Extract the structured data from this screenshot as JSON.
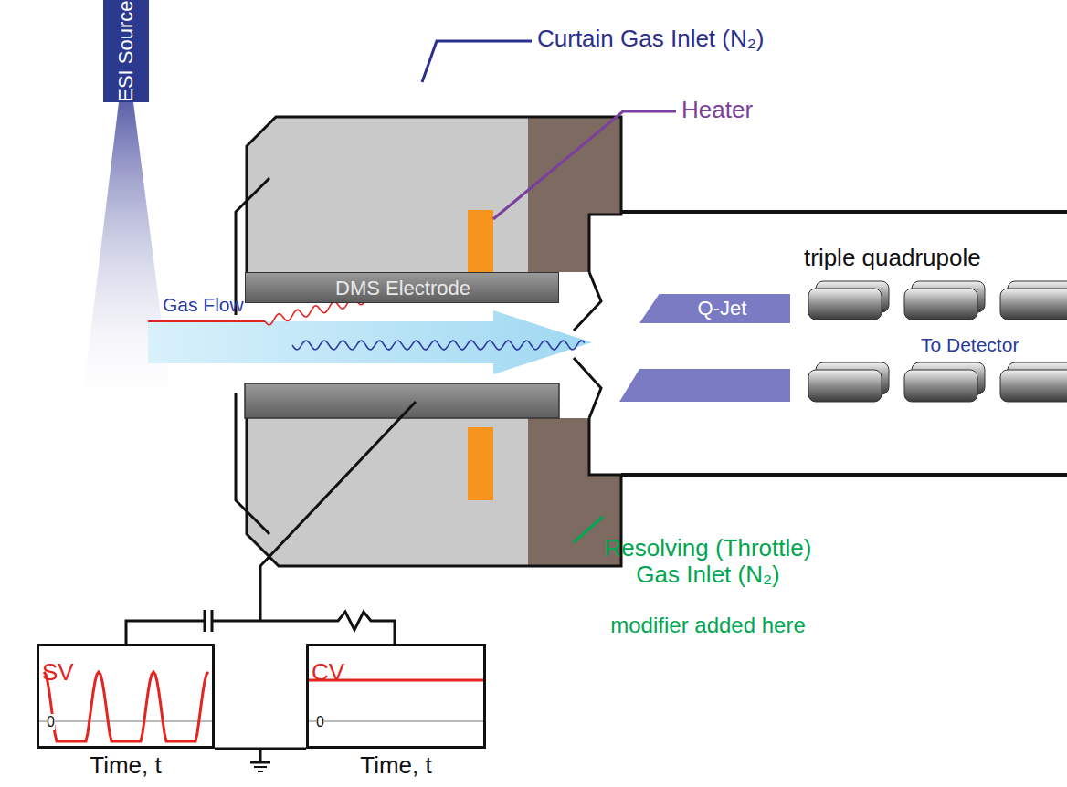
{
  "diagram": {
    "nodes": [
      {
        "text": [
          "ESI Source"
        ]
      },
      {
        "text": [
          "DMS Electrode"
        ]
      },
      {
        "text": [
          "Q-Jet"
        ]
      },
      {
        "text": [
          "SV",
          "0",
          "Time, t"
        ]
      },
      {
        "text": [
          "CV",
          "0",
          "Time, t"
        ]
      }
    ],
    "labels": [
      "Curtain Gas Inlet (N₂)",
      "Heater",
      "Gas Flow",
      "triple quadrupole",
      "To Detector",
      "Resolving (Throttle) Gas Inlet (N₂)",
      "modifier added here"
    ]
  }
}
